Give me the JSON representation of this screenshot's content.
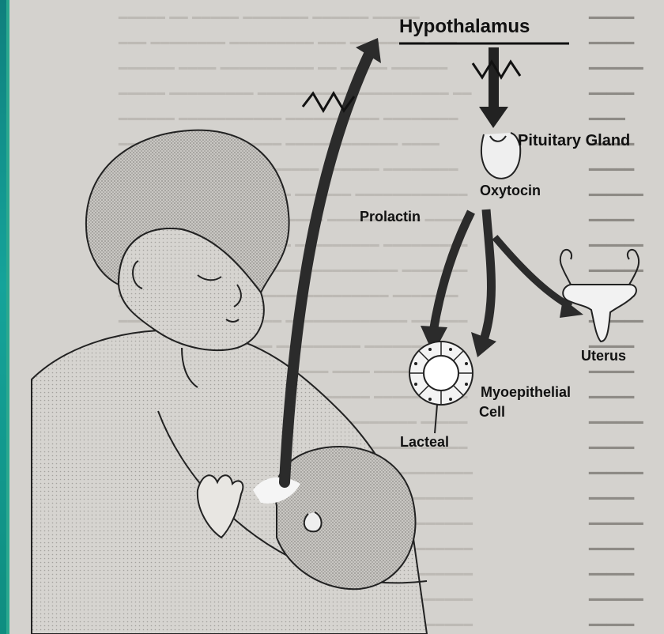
{
  "diagram": {
    "labels": {
      "hypothalamus": "Hypothalamus",
      "pituitary_gland": "Pituitary Gland",
      "prolactin": "Prolactin",
      "oxytocin": "Oxytocin",
      "uterus": "Uterus",
      "myoepithelial": "Myoepithelial",
      "cell": "Cell",
      "lacteal": "Lacteal"
    }
  },
  "colors": {
    "accent_edge": "#15a39a",
    "arrow": "#2b2b2b",
    "paper": "#d4d2ce"
  }
}
